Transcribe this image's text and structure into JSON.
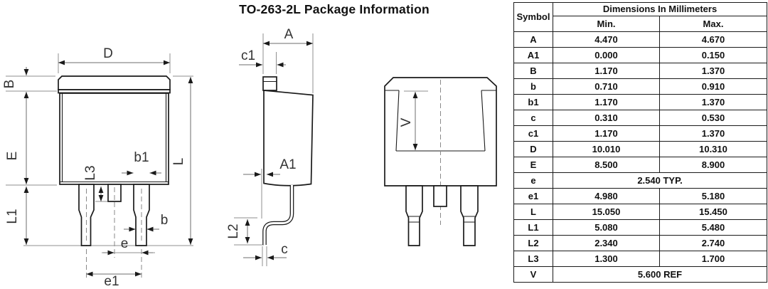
{
  "title": "TO-263-2L Package Information",
  "views": {
    "front": {
      "D": "D",
      "B": "B",
      "E": "E",
      "L": "L",
      "L1": "L1",
      "L3": "L3",
      "b1": "b1",
      "b": "b",
      "e": "e",
      "e1": "e1"
    },
    "side": {
      "A": "A",
      "c1": "c1",
      "A1": "A1",
      "L2": "L2",
      "c": "c"
    },
    "back": {
      "V": "V"
    }
  },
  "table": {
    "header": {
      "symbol": "Symbol",
      "group": "Dimensions In Millimeters",
      "min": "Min.",
      "max": "Max."
    },
    "rows": [
      {
        "symbol": "A",
        "min": "4.470",
        "max": "4.670"
      },
      {
        "symbol": "A1",
        "min": "0.000",
        "max": "0.150"
      },
      {
        "symbol": "B",
        "min": "1.170",
        "max": "1.370"
      },
      {
        "symbol": "b",
        "min": "0.710",
        "max": "0.910"
      },
      {
        "symbol": "b1",
        "min": "1.170",
        "max": "1.370"
      },
      {
        "symbol": "c",
        "min": "0.310",
        "max": "0.530"
      },
      {
        "symbol": "c1",
        "min": "1.170",
        "max": "1.370"
      },
      {
        "symbol": "D",
        "min": "10.010",
        "max": "10.310"
      },
      {
        "symbol": "E",
        "min": "8.500",
        "max": "8.900"
      },
      {
        "symbol": "e",
        "span": "2.540 TYP."
      },
      {
        "symbol": "e1",
        "min": "4.980",
        "max": "5.180"
      },
      {
        "symbol": "L",
        "min": "15.050",
        "max": "15.450"
      },
      {
        "symbol": "L1",
        "min": "5.080",
        "max": "5.480"
      },
      {
        "symbol": "L2",
        "min": "2.340",
        "max": "2.740"
      },
      {
        "symbol": "L3",
        "min": "1.300",
        "max": "1.700"
      },
      {
        "symbol": "V",
        "span": "5.600 REF"
      }
    ]
  },
  "colors": {
    "outline": "#1a1a1a",
    "dimension_line": "#8f8f8f",
    "label_text": "#333333",
    "table_border": "#1a1a1a",
    "background": "#ffffff"
  }
}
